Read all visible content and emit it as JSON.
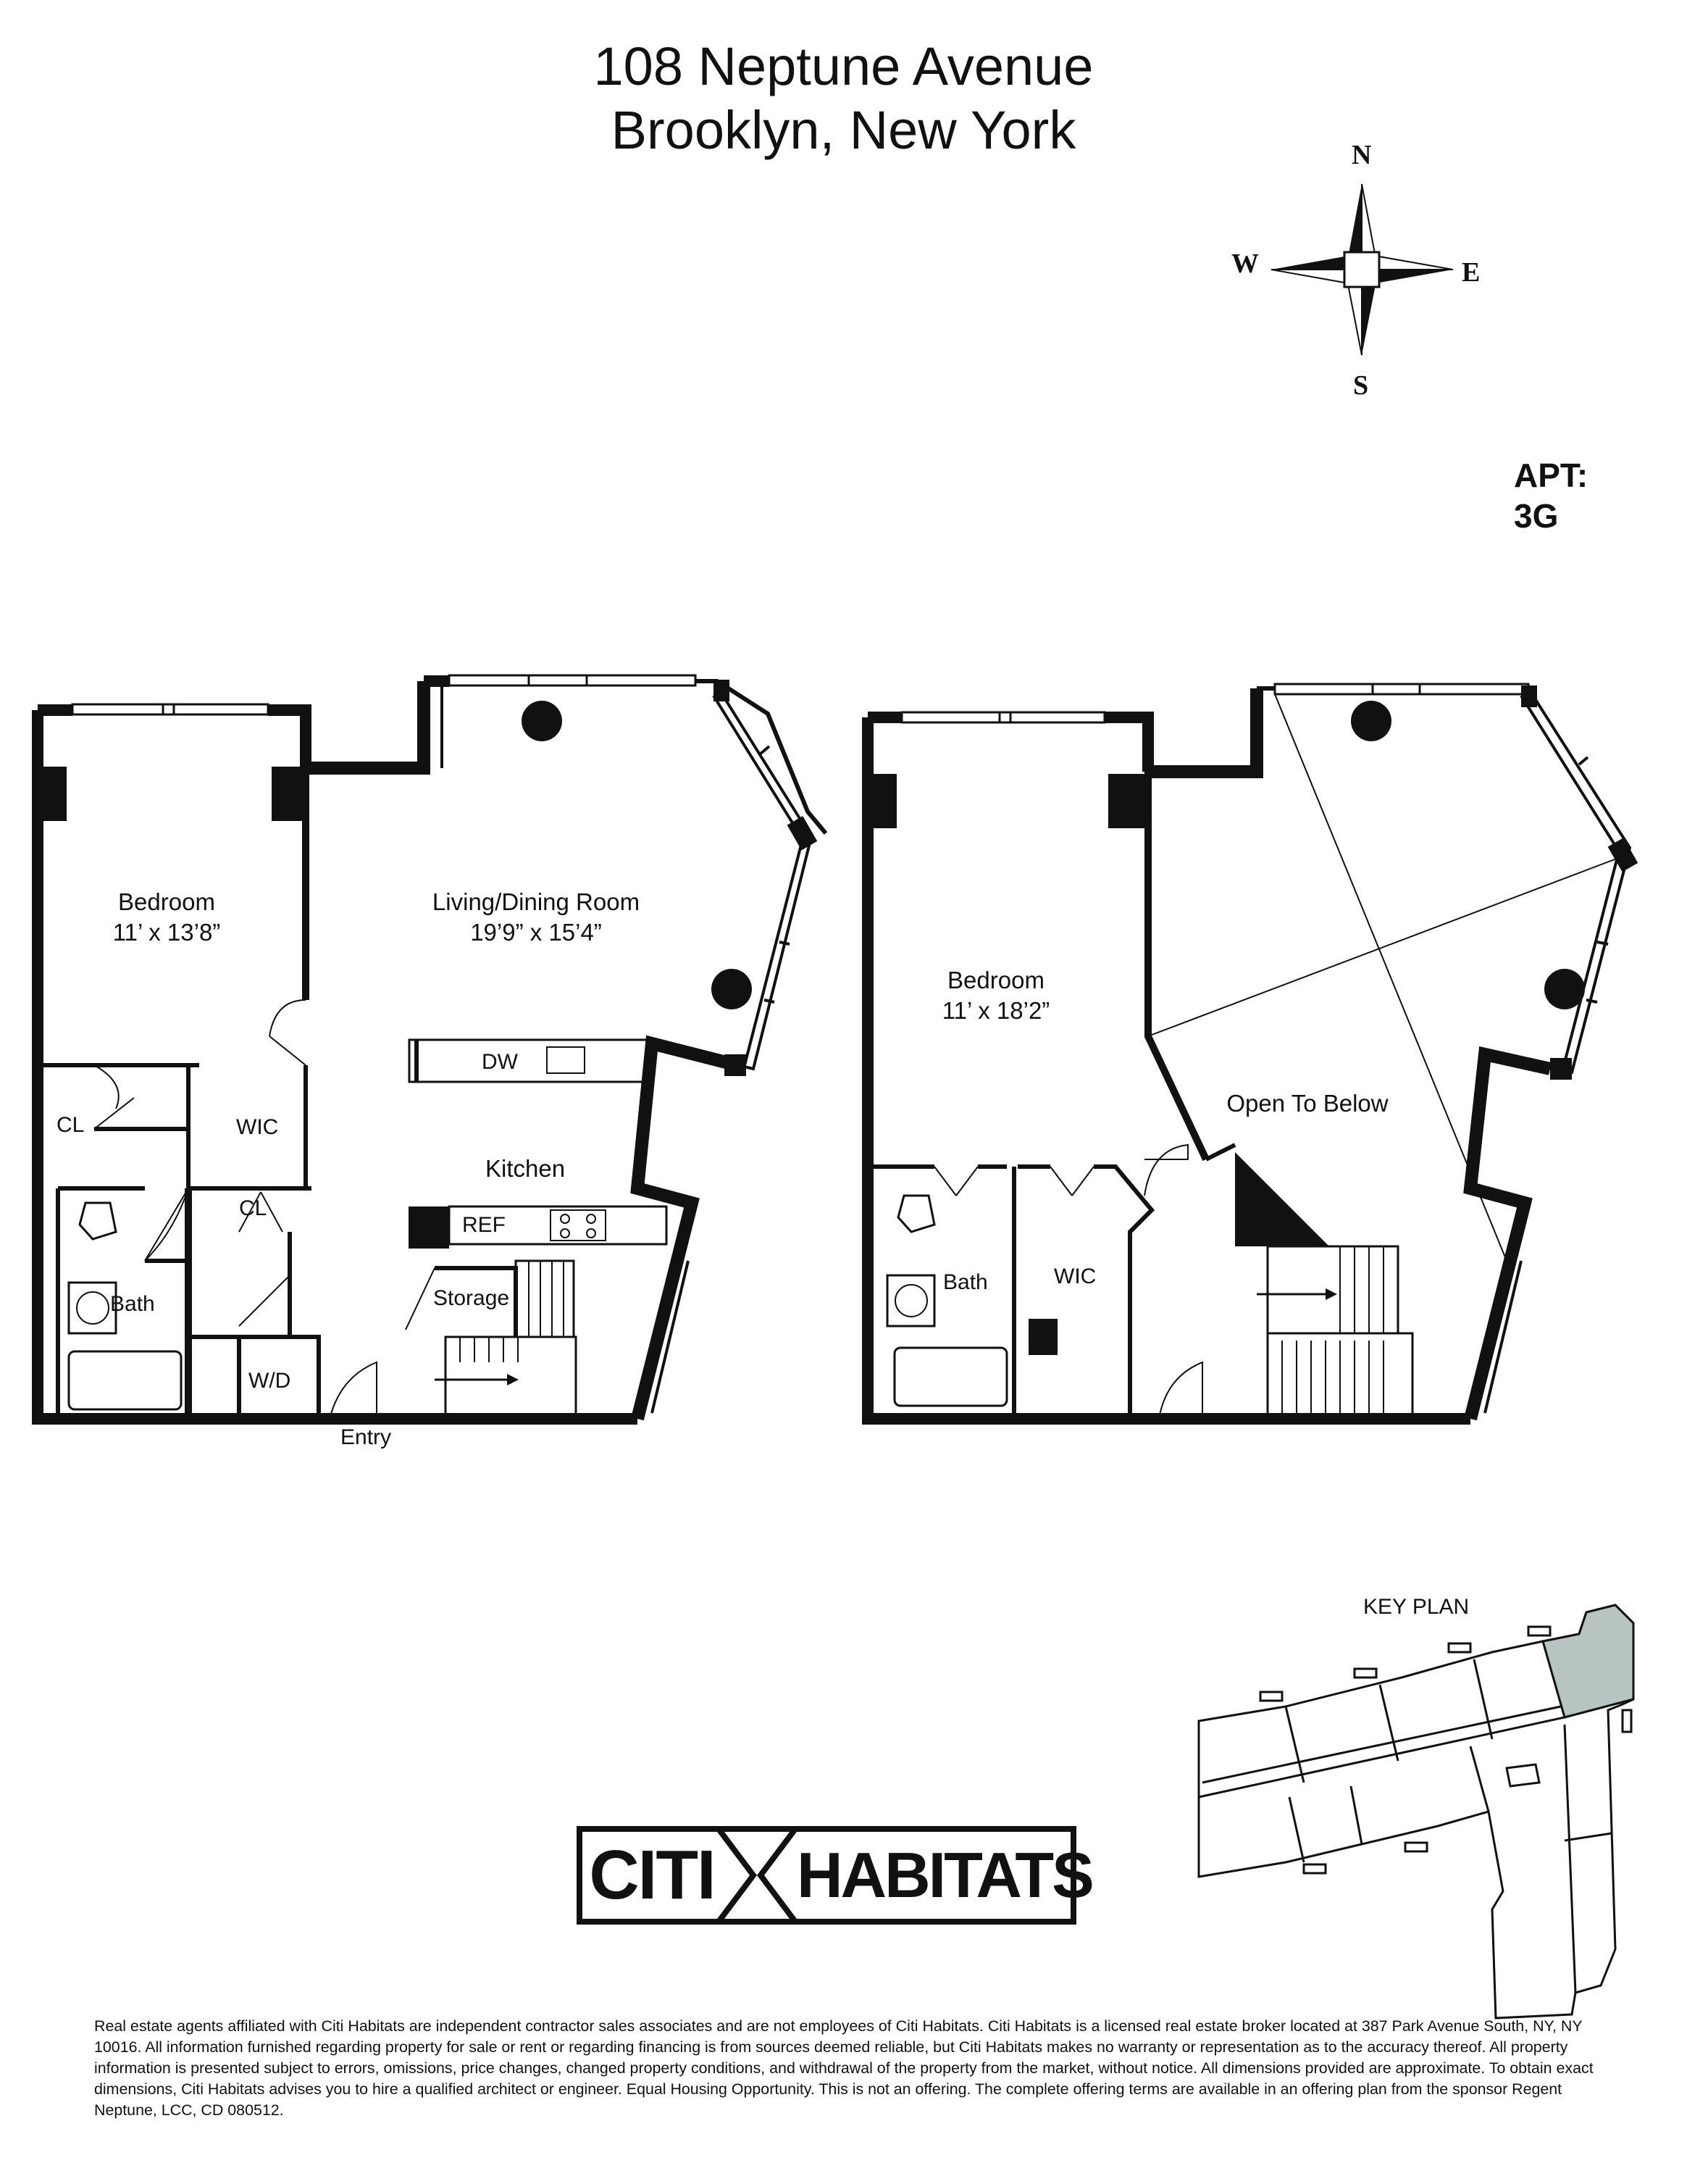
{
  "header": {
    "address_line1": "108 Neptune Avenue",
    "address_line2": "Brooklyn, New York"
  },
  "apartment": {
    "label": "APT:",
    "number": "3G"
  },
  "compass": {
    "north": "N",
    "south": "S",
    "east": "E",
    "west": "W"
  },
  "lower_floor": {
    "bedroom": {
      "name": "Bedroom",
      "dimensions": "11’ x 13’8”"
    },
    "living": {
      "name": "Living/Dining Room",
      "dimensions": "19’9” x 15’4”"
    },
    "kitchen": "Kitchen",
    "dw": "DW",
    "ref": "REF",
    "storage": "Storage",
    "cl1": "CL",
    "wic": "WIC",
    "cl2": "CL",
    "bath": "Bath",
    "wd": "W/D",
    "entry": "Entry"
  },
  "upper_floor": {
    "bedroom": {
      "name": "Bedroom",
      "dimensions": "11’ x 18’2”"
    },
    "open_to_below": "Open To Below",
    "bath": "Bath",
    "wic": "WIC"
  },
  "key_plan": {
    "title": "KEY PLAN",
    "highlight_color": "#b8c4c2"
  },
  "logo": {
    "left": "CITI",
    "right": "HABITATS"
  },
  "disclaimer": "Real estate agents affiliated with Citi Habitats are independent contractor sales associates and are not employees of Citi Habitats. Citi Habitats is a licensed real estate broker located at 387 Park Avenue South, NY, NY 10016. All information furnished regarding property for sale or rent or regarding financing is from sources deemed reliable, but Citi Habitats makes no warranty or representation as to the accuracy thereof. All property information is presented subject to errors, omissions, price changes, changed property conditions, and withdrawal of the property from the market, without notice. All dimensions provided are approximate. To obtain exact dimensions, Citi Habitats advises you to hire a qualified architect or engineer. Equal Housing Opportunity. This is not an offering. The complete offering terms are available in an offering plan from the sponsor Regent Neptune, LCC, CD 080512."
}
